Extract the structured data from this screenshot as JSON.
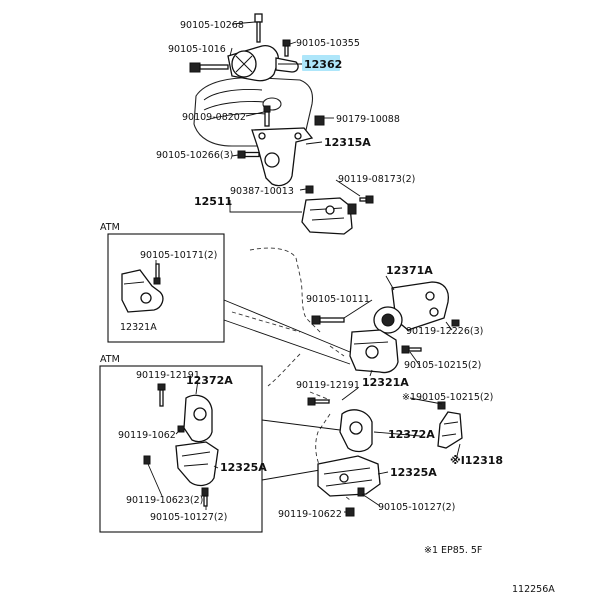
{
  "labels": {
    "l01": "90105-10268",
    "l02": "90105-10355",
    "l03": "90105-1016",
    "l04": "12362",
    "l05": "90109-08202",
    "l06": "90179-10088",
    "l07": "12315A",
    "l08": "90105-10266(3)",
    "l09": "90119-08173(2)",
    "l10": "90387-10013",
    "l11": "12511",
    "l12": "ATM",
    "l13": "90105-10171(2)",
    "l14": "12321A",
    "l15": "12371A",
    "l16": "90105-10111",
    "l17": "90119-12226(3)",
    "l18": "90105-10215(2)",
    "l19": "12321A",
    "l20": "ATM",
    "l21": "90119-12191",
    "l22": "12372A",
    "l23": "90119-12191",
    "l24": "※190105-10215(2)",
    "l25": "90119-1062",
    "l26": "12372A",
    "l27": "※I12318",
    "l28": "12325A",
    "l29": "12325A",
    "l30": "90119-10623(2)",
    "l31": "90105-10127(2)",
    "l32": "90105-10127(2)",
    "l33": "90119-10622",
    "l34": "※1 EP85. 5F",
    "l35": "112256A"
  },
  "highlight": {
    "color": "#aee6fa"
  }
}
